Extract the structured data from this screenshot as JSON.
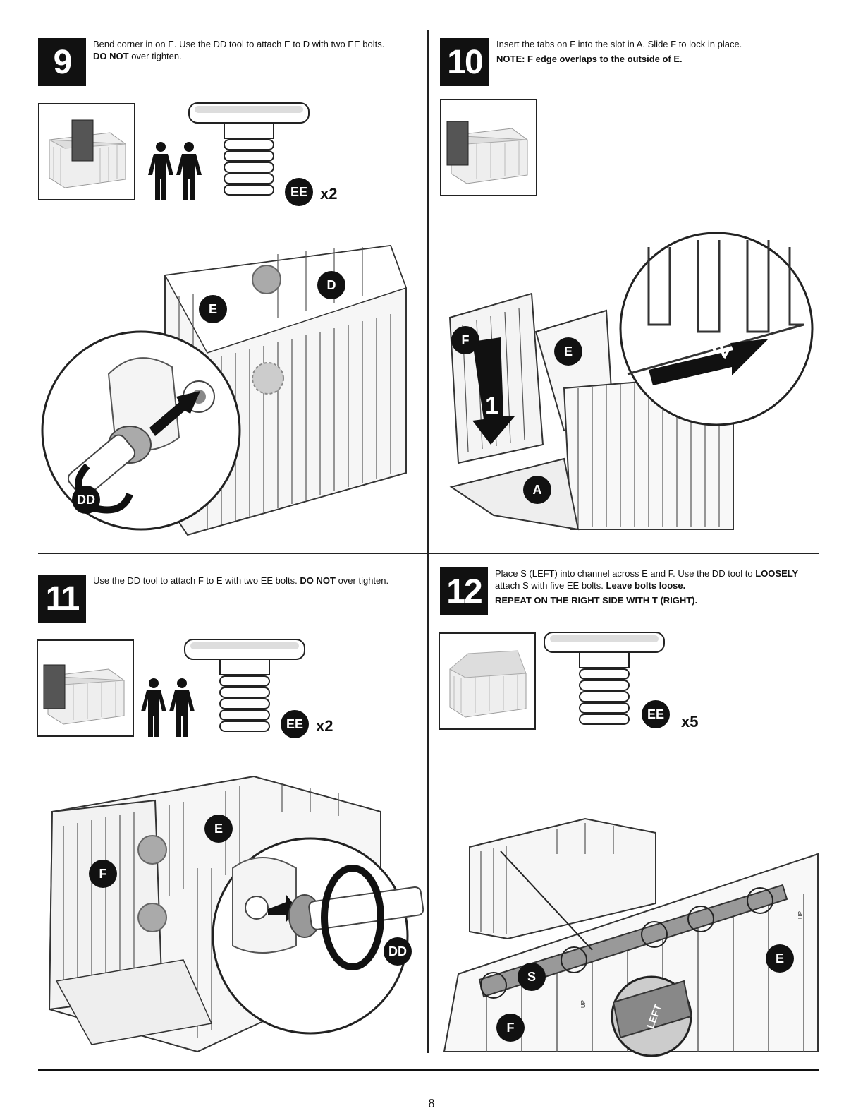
{
  "steps": [
    {
      "number": "9",
      "text": "Bend corner in on E. Use the DD tool to attach E to D with two EE bolts.",
      "bold": "DO NOT",
      "text_after": "over tighten.",
      "part_label": "EE",
      "quantity": "x2",
      "callouts": [
        "E",
        "D",
        "DD"
      ]
    },
    {
      "number": "10",
      "text": "Insert the tabs on F into the slot in A. Slide F to lock in place.",
      "note": "NOTE: F edge overlaps to the outside of E.",
      "callouts": [
        "F",
        "E",
        "A",
        "1",
        "2"
      ]
    },
    {
      "number": "11",
      "text": "Use the DD tool to attach F to E with two EE bolts.",
      "bold": "DO NOT",
      "text_after": "over tighten.",
      "part_label": "EE",
      "quantity": "x2",
      "callouts": [
        "E",
        "F",
        "DD"
      ]
    },
    {
      "number": "12",
      "text": "Place S (LEFT) into channel across E and F. Use the DD tool to",
      "bold": "LOOSELY",
      "text_line2": "attach S with five EE bolts.",
      "bold2": "Leave bolts loose.",
      "note": "REPEAT ON THE RIGHT SIDE WITH T (RIGHT).",
      "part_label": "EE",
      "quantity": "x5",
      "callouts": [
        "S",
        "E",
        "F"
      ],
      "panel_marks": [
        "LEFT",
        "UP",
        "UP"
      ]
    }
  ],
  "page_number": "8"
}
